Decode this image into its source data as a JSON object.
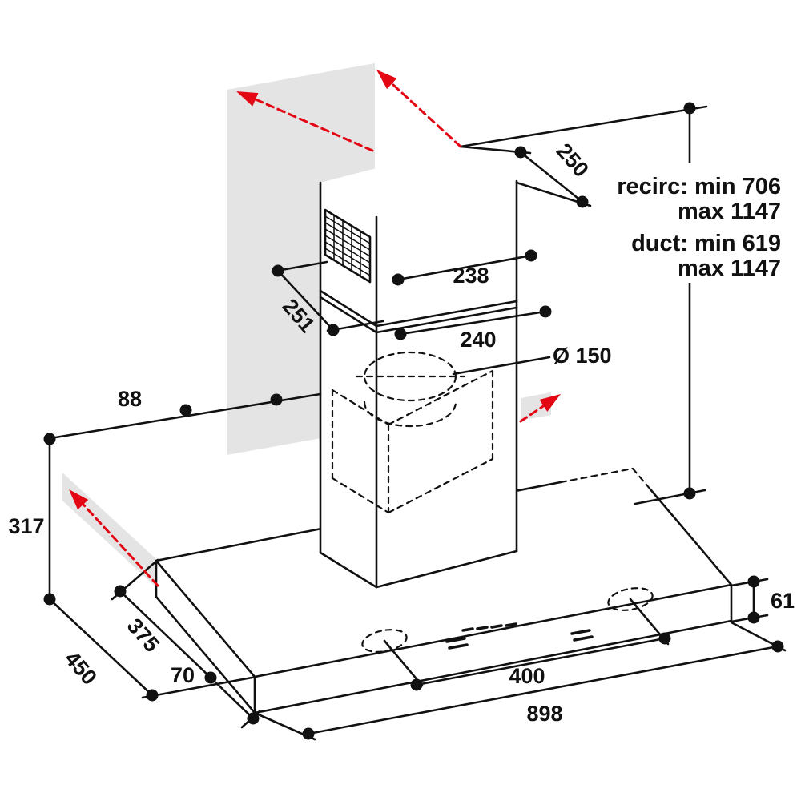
{
  "diagram": {
    "dimensions": {
      "dim_250": "250",
      "dim_238": "238",
      "dim_240": "240",
      "dim_251": "251",
      "dim_diameter": "Ø 150",
      "dim_88": "88",
      "dim_317": "317",
      "dim_61": "61",
      "dim_375": "375",
      "dim_450": "450",
      "dim_70": "70",
      "dim_400": "400",
      "dim_898": "898"
    },
    "notes": {
      "recirc_1": "recirc: min 706",
      "recirc_2": "max 1147",
      "duct_1": "duct: min 619",
      "duct_2": "max 1147"
    },
    "colors": {
      "outline": "#111111",
      "arrow_red": "#e30613",
      "shade_gray": "#e4e4e4"
    }
  }
}
